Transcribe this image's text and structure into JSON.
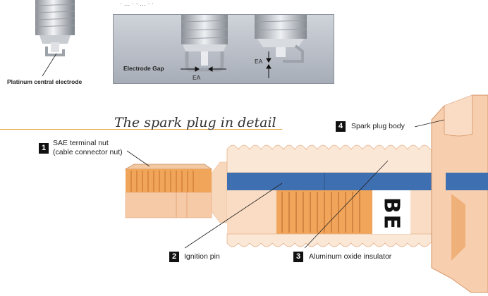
{
  "top_caption_fragment": "· … · · … · ·",
  "photo_left": {
    "label": "Platinum central electrode"
  },
  "photo_right": {
    "gap_label": "Electrode Gap",
    "ea_label_1": "EA",
    "ea_label_2": "EA"
  },
  "section_title": "The spark plug in detail",
  "parts": [
    {
      "num": "1",
      "line1": "SAE terminal nut",
      "line2": "(cable connector nut)"
    },
    {
      "num": "2",
      "line1": "Ignition pin"
    },
    {
      "num": "3",
      "line1": "Aluminum oxide insulator"
    },
    {
      "num": "4",
      "line1": "Spark plug body"
    }
  ],
  "insulator_marking": "BE",
  "colors": {
    "accent_orange": "#e8a23a",
    "insulator_blue": "#3e6fb0",
    "body_peach": "#f6d3b4",
    "pin_orange": "#f0a55a"
  }
}
